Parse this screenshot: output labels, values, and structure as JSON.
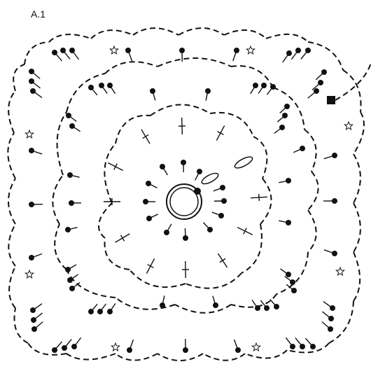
{
  "title": "A.1",
  "ink_color": "#111111",
  "background": "#ffffff",
  "symbols": [
    "magic-ring",
    "slip-stitch-dot",
    "stitch-post",
    "star-marker",
    "chain-loop",
    "chain-arc",
    "start-square"
  ]
}
